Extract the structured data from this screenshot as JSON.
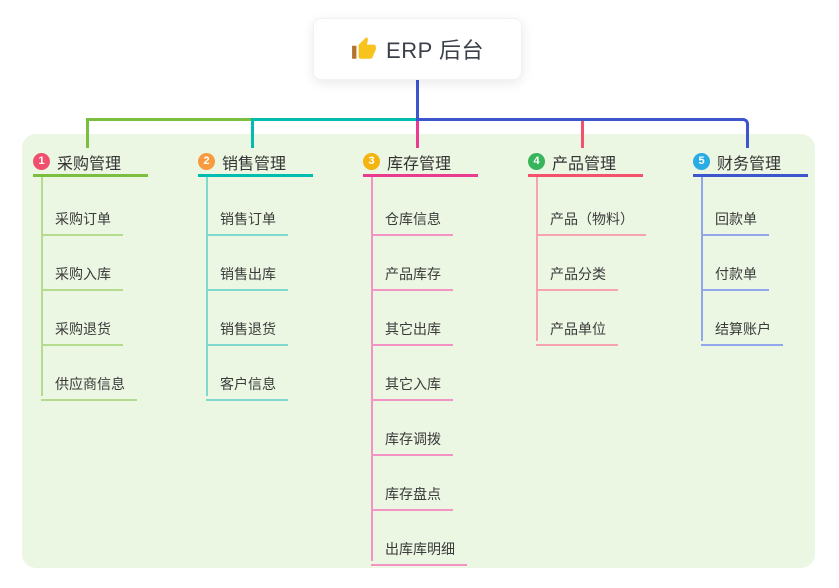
{
  "root": {
    "title": "ERP 后台",
    "icon": "thumbs-up-icon"
  },
  "connector": {
    "trunk_color": "#3d56cd"
  },
  "branches": [
    {
      "badge": "1",
      "label": "采购管理",
      "badge_color": "#f0506e",
      "line_color": "#7cbe3f",
      "child_line_color": "#b5db8e",
      "children": [
        "采购订单",
        "采购入库",
        "采购退货",
        "供应商信息"
      ]
    },
    {
      "badge": "2",
      "label": "销售管理",
      "badge_color": "#f89b40",
      "line_color": "#00bdb0",
      "child_line_color": "#7fd9cd",
      "children": [
        "销售订单",
        "销售出库",
        "销售退货",
        "客户信息"
      ]
    },
    {
      "badge": "3",
      "label": "库存管理",
      "badge_color": "#f2b50f",
      "line_color": "#eb3b90",
      "child_line_color": "#f494c4",
      "children": [
        "仓库信息",
        "产品库存",
        "其它出库",
        "其它入库",
        "库存调拨",
        "库存盘点",
        "出库库明细"
      ]
    },
    {
      "badge": "4",
      "label": "产品管理",
      "badge_color": "#36b55c",
      "line_color": "#f4516c",
      "child_line_color": "#f7a3b2",
      "children": [
        "产品（物料）",
        "产品分类",
        "产品单位"
      ]
    },
    {
      "badge": "5",
      "label": "财务管理",
      "badge_color": "#29ace4",
      "line_color": "#3d56cd",
      "child_line_color": "#92a6ec",
      "children": [
        "回款单",
        "付款单",
        "结算账户"
      ]
    }
  ]
}
